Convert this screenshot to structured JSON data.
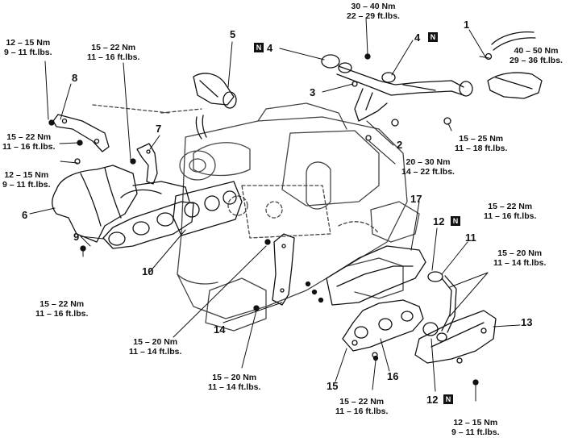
{
  "torque_specs": {
    "t_top_left": {
      "nm": "12 – 15 Nm",
      "ft": "9 – 11 ft.lbs."
    },
    "t_top_mid": {
      "nm": "15 – 22 Nm",
      "ft": "11 – 16 ft.lbs."
    },
    "t_top_center": {
      "nm": "30 – 40 Nm",
      "ft": "22 – 29 ft.lbs."
    },
    "t_top_right": {
      "nm": "40 – 50 Nm",
      "ft": "29 – 36 ft.lbs."
    },
    "t_left_1": {
      "nm": "15 – 22 Nm",
      "ft": "11 – 16 ft.lbs."
    },
    "t_left_2": {
      "nm": "12 – 15 Nm",
      "ft": "9 – 11 ft.lbs."
    },
    "t_right_1": {
      "nm": "15 – 25 Nm",
      "ft": "11 – 18 ft.lbs."
    },
    "t_right_2": {
      "nm": "20 – 30 Nm",
      "ft": "14 – 22 ft.lbs."
    },
    "t_right_3": {
      "nm": "15 – 22 Nm",
      "ft": "11 – 16 ft.lbs."
    },
    "t_right_4": {
      "nm": "15 – 20 Nm",
      "ft": "11 – 14 ft.lbs."
    },
    "t_bottom_left": {
      "nm": "15 – 22 Nm",
      "ft": "11 – 16 ft.lbs."
    },
    "t_bottom_mid1": {
      "nm": "15 – 20 Nm",
      "ft": "11 – 14 ft.lbs."
    },
    "t_bottom_mid2": {
      "nm": "15 – 20 Nm",
      "ft": "11 – 14 ft.lbs."
    },
    "t_bottom_mid3": {
      "nm": "15 – 22 Nm",
      "ft": "11 – 16 ft.lbs."
    },
    "t_bottom_right": {
      "nm": "12 – 15 Nm",
      "ft": "9 – 11 ft.lbs."
    }
  },
  "callouts": {
    "c1": "1",
    "c2": "2",
    "c3": "3",
    "c4a": "4",
    "c4b": "4",
    "c5": "5",
    "c6": "6",
    "c7": "7",
    "c8": "8",
    "c9": "9",
    "c10": "10",
    "c11": "11",
    "c12a": "12",
    "c12b": "12",
    "c13": "13",
    "c14": "14",
    "c15": "15",
    "c16": "16",
    "c17": "17"
  },
  "new_part_badge": "N"
}
